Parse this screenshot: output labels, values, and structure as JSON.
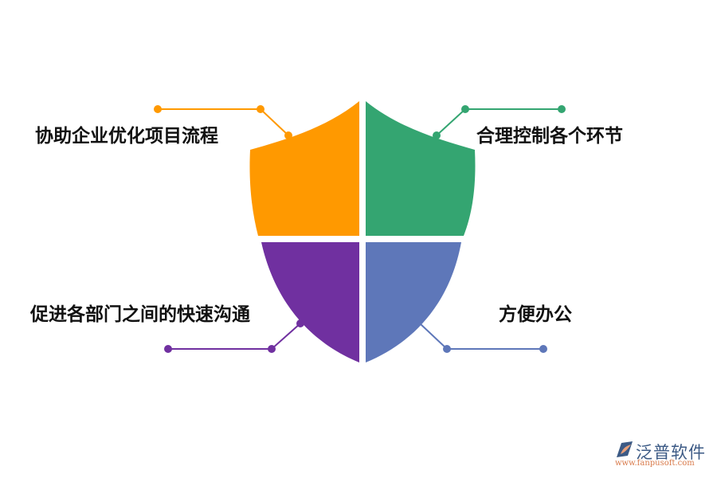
{
  "diagram": {
    "type": "shield-quadrant",
    "quadrants": [
      {
        "id": "top-left",
        "label": "协助企业优化项目流程",
        "color": "#FF9900"
      },
      {
        "id": "top-right",
        "label": "合理控制各个环节",
        "color": "#34A571"
      },
      {
        "id": "bottom-left",
        "label": "促进各部门之间的快速沟通",
        "color": "#7030A0"
      },
      {
        "id": "bottom-right",
        "label": "方便办公",
        "color": "#5E77B9"
      }
    ]
  },
  "logo": {
    "name": "泛普软件",
    "url": "www.fanpusoft.com"
  }
}
